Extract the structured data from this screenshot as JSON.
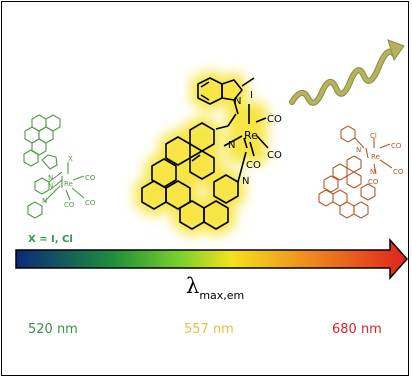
{
  "molecules": {
    "left": {
      "color": "#4f9a43",
      "metal": "Re",
      "ligands": [
        "X",
        "CO",
        "CO",
        "CO"
      ],
      "atoms": [
        "N",
        "N",
        "N"
      ],
      "label": "X = I, Cl"
    },
    "center": {
      "color": "#000000",
      "glow": "#f6e43a",
      "metal": "Re",
      "ligands": [
        "I",
        "CO",
        "CO",
        "CO"
      ],
      "atoms": [
        "N",
        "N",
        "N"
      ]
    },
    "right": {
      "color": "#b55a2a",
      "metal": "Re",
      "ligands": [
        "Cl",
        "CO",
        "CO",
        "CO"
      ],
      "atoms": [
        "N",
        "N"
      ]
    }
  },
  "emission_wave": {
    "color": "#b6b25d"
  },
  "spectrum_arrow": {
    "colors": [
      "#0a2a7a",
      "#1f8f3a",
      "#7bd12a",
      "#f2e31c",
      "#f08a1f",
      "#e0221b"
    ],
    "axis_label": {
      "symbol": "λ",
      "subscript": "max,em"
    }
  },
  "wavelengths": [
    "520 nm",
    "557 nm",
    "680 nm"
  ]
}
